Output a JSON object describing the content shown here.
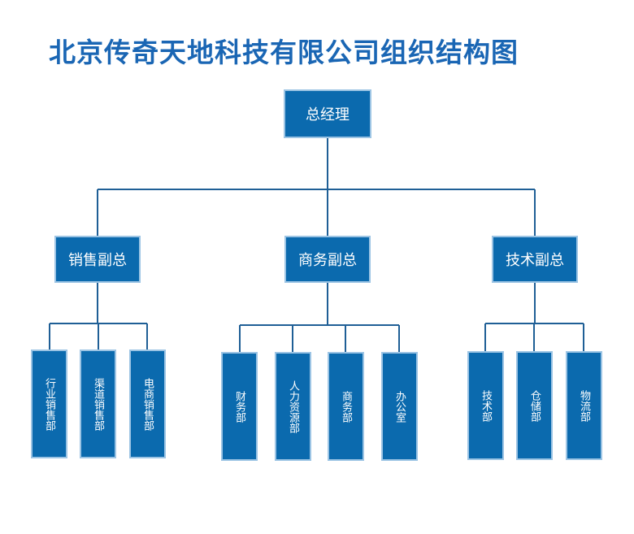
{
  "title": "北京传奇天地科技有限公司组织结构图",
  "colors": {
    "box_fill": "#0b6aae",
    "box_border": "#9cc4e4",
    "line": "#1f5f96",
    "title": "#1a66b4"
  },
  "root": "总经理",
  "divisions": [
    {
      "name": "销售副总",
      "departments": [
        "行业销售部",
        "渠道销售部",
        "电商销售部"
      ]
    },
    {
      "name": "商务副总",
      "departments": [
        "财务部",
        "人力资源部",
        "商务部",
        "办公室"
      ]
    },
    {
      "name": "技术副总",
      "departments": [
        "技术部",
        "仓储部",
        "物流部"
      ]
    }
  ]
}
